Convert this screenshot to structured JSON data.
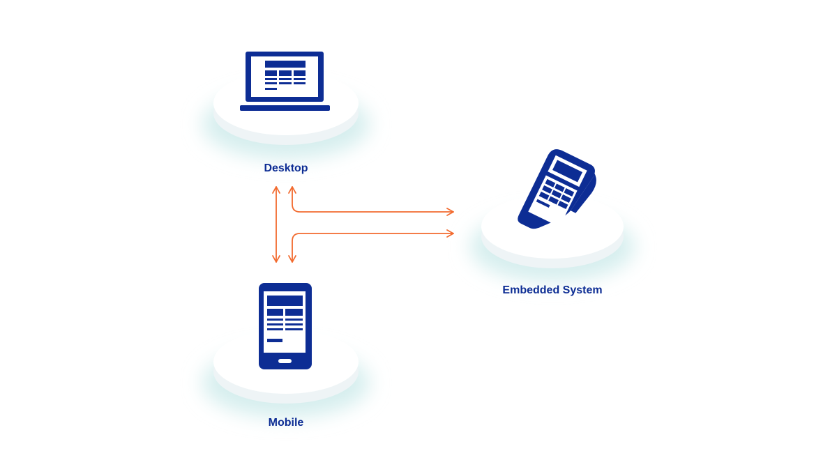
{
  "colors": {
    "device": "#0d2d94",
    "arrow": "#f26a2e",
    "disc_top": "#ffffff",
    "disc_side": "#eef4f6",
    "glow": "#d5eeee"
  },
  "nodes": {
    "desktop": {
      "label": "Desktop",
      "icon": "laptop-icon"
    },
    "mobile": {
      "label": "Mobile",
      "icon": "smartphone-icon"
    },
    "embedded": {
      "label": "Embedded System",
      "icon": "payment-terminal-icon"
    }
  },
  "connections": [
    {
      "from": "Desktop",
      "to": "Mobile",
      "direction": "bidirectional"
    },
    {
      "from": "Desktop",
      "to": "Embedded System",
      "direction": "to-embedded"
    },
    {
      "from": "Embedded System",
      "to": "Mobile",
      "direction": "to-mobile"
    }
  ]
}
